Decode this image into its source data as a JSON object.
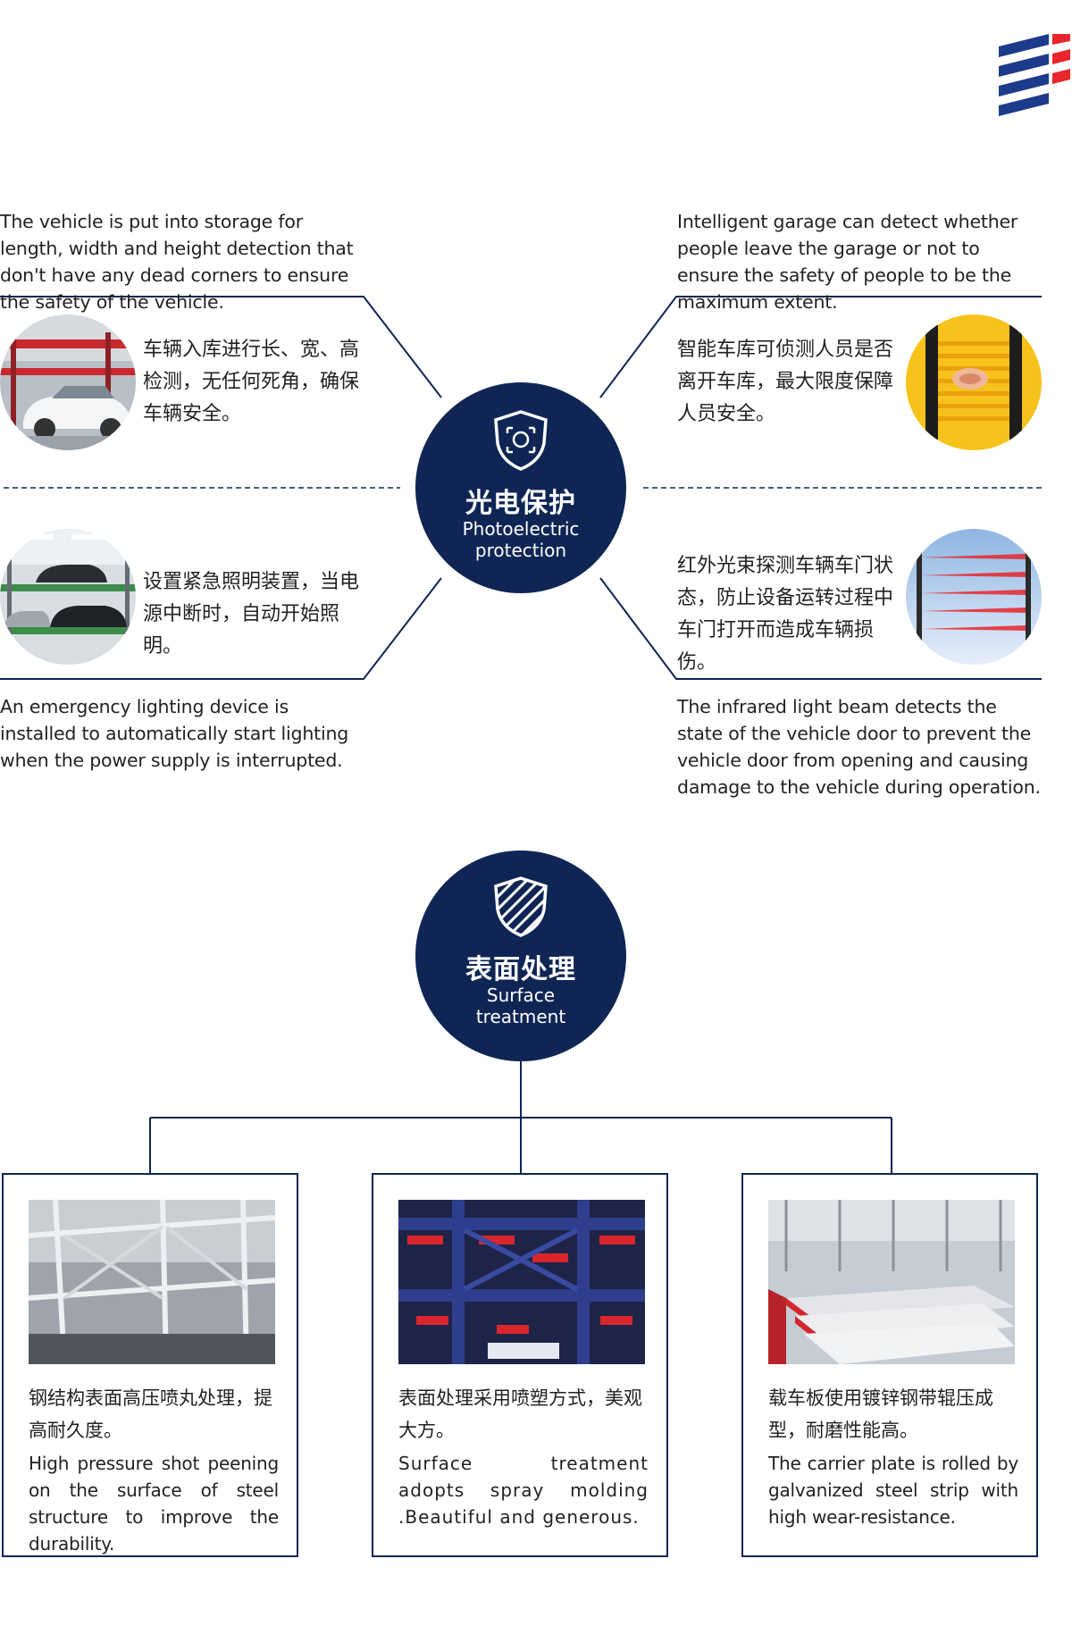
{
  "photoelectric": {
    "hub_zh": "光电保护",
    "hub_en_1": "Photoelectric",
    "hub_en_2": "protection",
    "top_left": {
      "en": "The vehicle is put into storage for length, width and height detection that don't have any dead corners to ensure the safety of the vehicle.",
      "zh": "车辆入库进行长、宽、高检测，无任何死角，确保车辆安全。"
    },
    "top_right": {
      "en": "Intelligent garage can detect whether people leave the garage or not to ensure the safety of people to be the maximum extent.",
      "zh": "智能车库可侦测人员是否离开车库，最大限度保障人员安全。"
    },
    "bottom_left": {
      "zh": "设置紧急照明装置，当电源中断时，自动开始照明。",
      "en": "An emergency lighting device is installed to automatically start lighting when the power supply is interrupted."
    },
    "bottom_right": {
      "zh": "红外光束探测车辆车门状态，防止设备运转过程中车门打开而造成车辆损伤。",
      "en": "The infrared light beam detects the state of the vehicle door to prevent the vehicle door from opening and causing damage to the vehicle during operation."
    }
  },
  "surface": {
    "hub_zh": "表面处理",
    "hub_en_1": "Surface",
    "hub_en_2": "treatment",
    "cards": [
      {
        "zh": "钢结构表面高压喷丸处理，提高耐久度。",
        "en": "High pressure shot peening on the surface of steel structure to improve the durability."
      },
      {
        "zh": "表面处理采用喷塑方式，美观大方。",
        "en": "Surface treatment adopts spray molding .Beautiful and generous."
      },
      {
        "zh": "载车板使用镀锌钢带辊压成型，耐磨性能高。",
        "en": "The carrier plate is rolled by galvanized steel strip with high wear-resistance."
      }
    ]
  },
  "colors": {
    "navy": "#0f2655",
    "brand_red": "#e8262c",
    "brand_blue": "#1d3b8b"
  }
}
